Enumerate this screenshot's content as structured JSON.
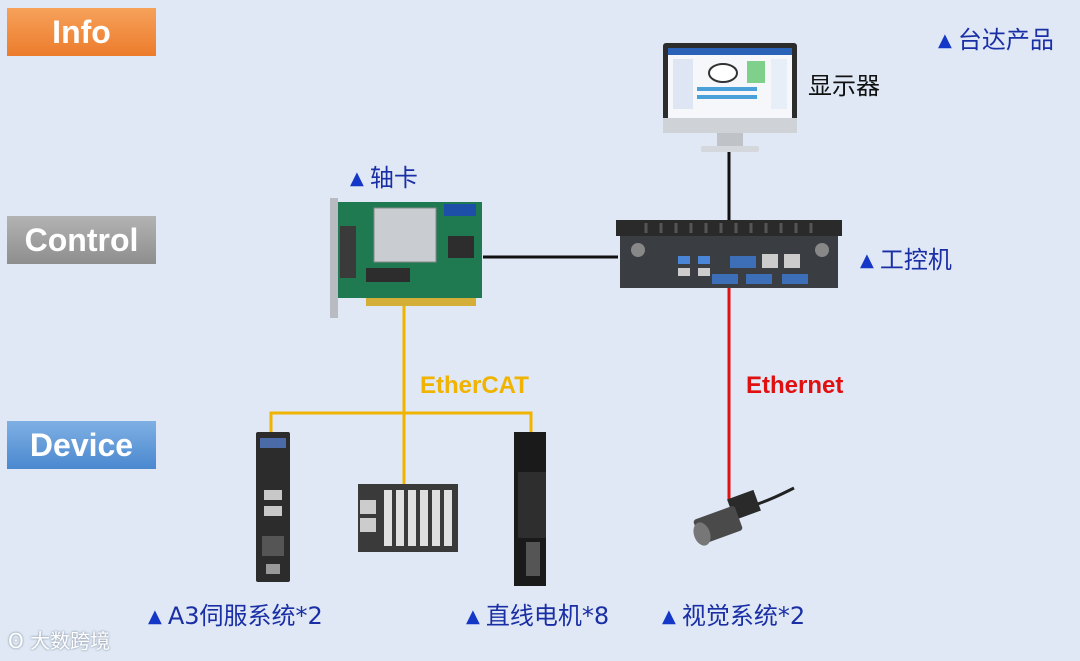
{
  "tiers": {
    "info": "Info",
    "control": "Control",
    "device": "Device"
  },
  "legend": {
    "marker": "▲",
    "text": "台达产品"
  },
  "devices": {
    "monitor": "显示器",
    "axis_card": "轴卡",
    "ipc": "工控机",
    "servo": "A3伺服系统*2",
    "linear_motor": "直线电机*8",
    "vision": "视觉系统*2"
  },
  "buses": {
    "ethercat": "EtherCAT",
    "ethernet": "Ethernet"
  },
  "watermark": "大数跨境",
  "colors": {
    "background": "#dfe8f4",
    "ethercat": "#f0b400",
    "ethernet": "#e01010",
    "link": "#111111",
    "label_text": "#1a2ea6",
    "marker": "#1537c8"
  }
}
